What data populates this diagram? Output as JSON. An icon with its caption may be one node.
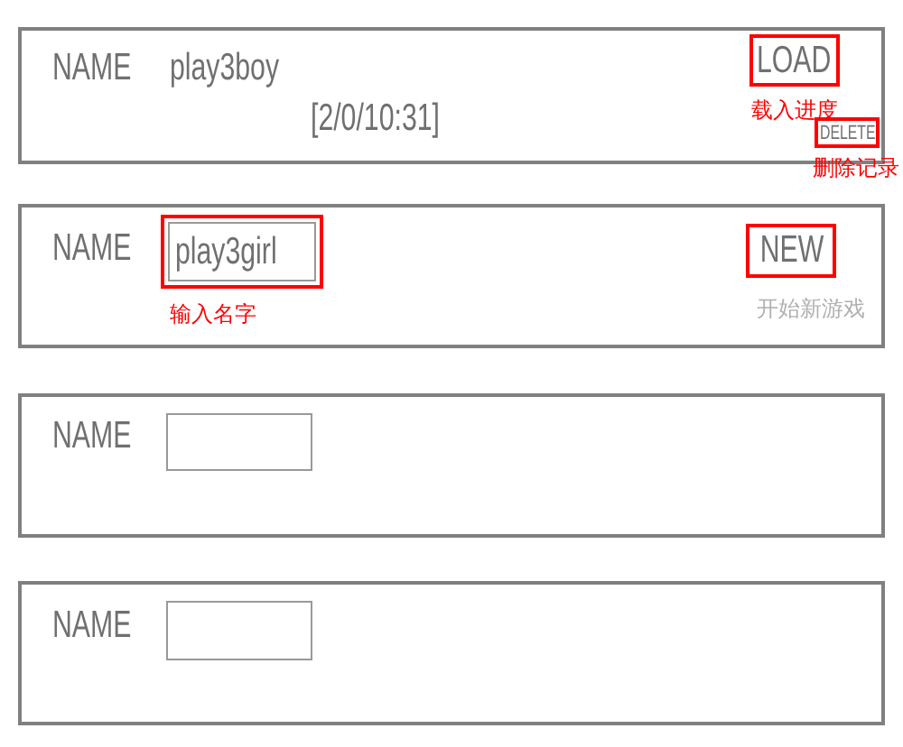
{
  "diagram": {
    "nodes": [
      {
        "text": [
          "NAME",
          "play3boy",
          "[2/0/10:31]"
        ]
      },
      {
        "text": [
          "LOAD"
        ],
        "in": 0,
        "beside": [
          "载入进度"
        ]
      },
      {
        "text": [
          "DELETE"
        ],
        "in": 0,
        "beside": [
          "删除记录"
        ]
      },
      {
        "text": [
          "NAME"
        ]
      },
      {
        "text": [
          "play3girl"
        ],
        "in": 3,
        "beside": [
          "输入名字"
        ]
      },
      {
        "text": [
          "NEW"
        ],
        "in": 3,
        "beside": [
          "开始新游戏"
        ]
      },
      {
        "text": [
          "NAME"
        ]
      },
      {
        "text": [],
        "shape": "box",
        "in": 6
      },
      {
        "text": [
          "NAME"
        ]
      },
      {
        "text": [],
        "shape": "box",
        "in": 8
      }
    ]
  }
}
